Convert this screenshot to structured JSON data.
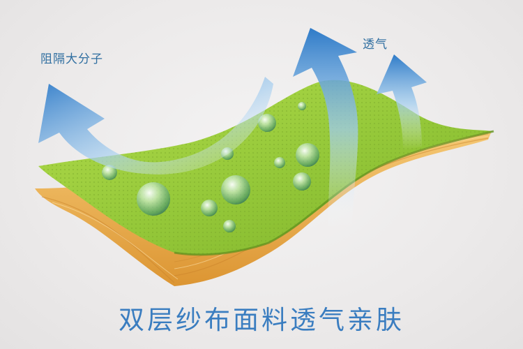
{
  "labels": {
    "block_large_molecules": "阻隔大分子",
    "breathable": "透气"
  },
  "caption": "双层纱布面料透气亲肤",
  "icons": [
    "arrow-up-left-icon",
    "arrow-up-icon",
    "arrow-up-right-icon",
    "water-droplet-icon"
  ],
  "colors": {
    "fabric_top": "#9ccc3c",
    "fabric_bottom": "#e6a94a",
    "arrow_blue": "#3a86d0",
    "text_blue": "#3a7dc0",
    "background": "#eeeded"
  }
}
